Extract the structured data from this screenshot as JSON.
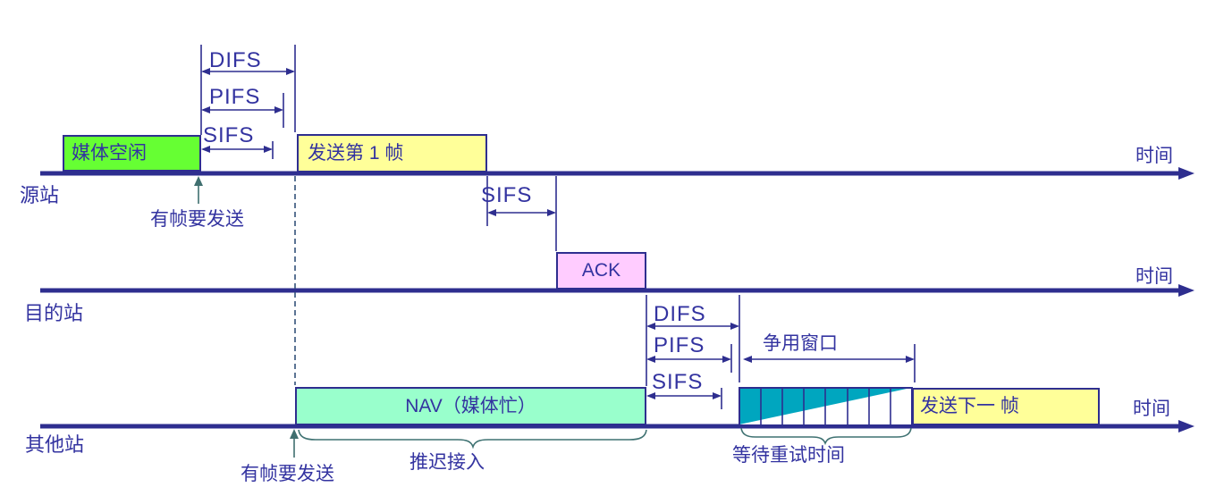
{
  "diagram": {
    "stations": [
      "源站",
      "目的站",
      "其他站"
    ],
    "time_label": "时间",
    "boxes": {
      "medium_idle": "媒体空闲",
      "send_frame_1": "发送第 1 帧",
      "ack": "ACK",
      "nav_busy": "NAV（媒体忙）",
      "send_next_frame": "发送下一 帧"
    },
    "intervals": {
      "difs": "DIFS",
      "pifs": "PIFS",
      "sifs": "SIFS",
      "contention_window": "争用窗口"
    },
    "annotations": {
      "frame_ready": "有帧要发送",
      "defer_access": "推迟接入",
      "wait_retry_time": "等待重试时间"
    },
    "colors": {
      "timeline": "#2e2e8f",
      "text": "#3333a0",
      "idle_green": "#66ff33",
      "frame_yellow": "#ffff99",
      "ack_pink": "#ffccff",
      "nav_aqua": "#99ffcc",
      "backoff_teal": "#00a6bf"
    }
  }
}
